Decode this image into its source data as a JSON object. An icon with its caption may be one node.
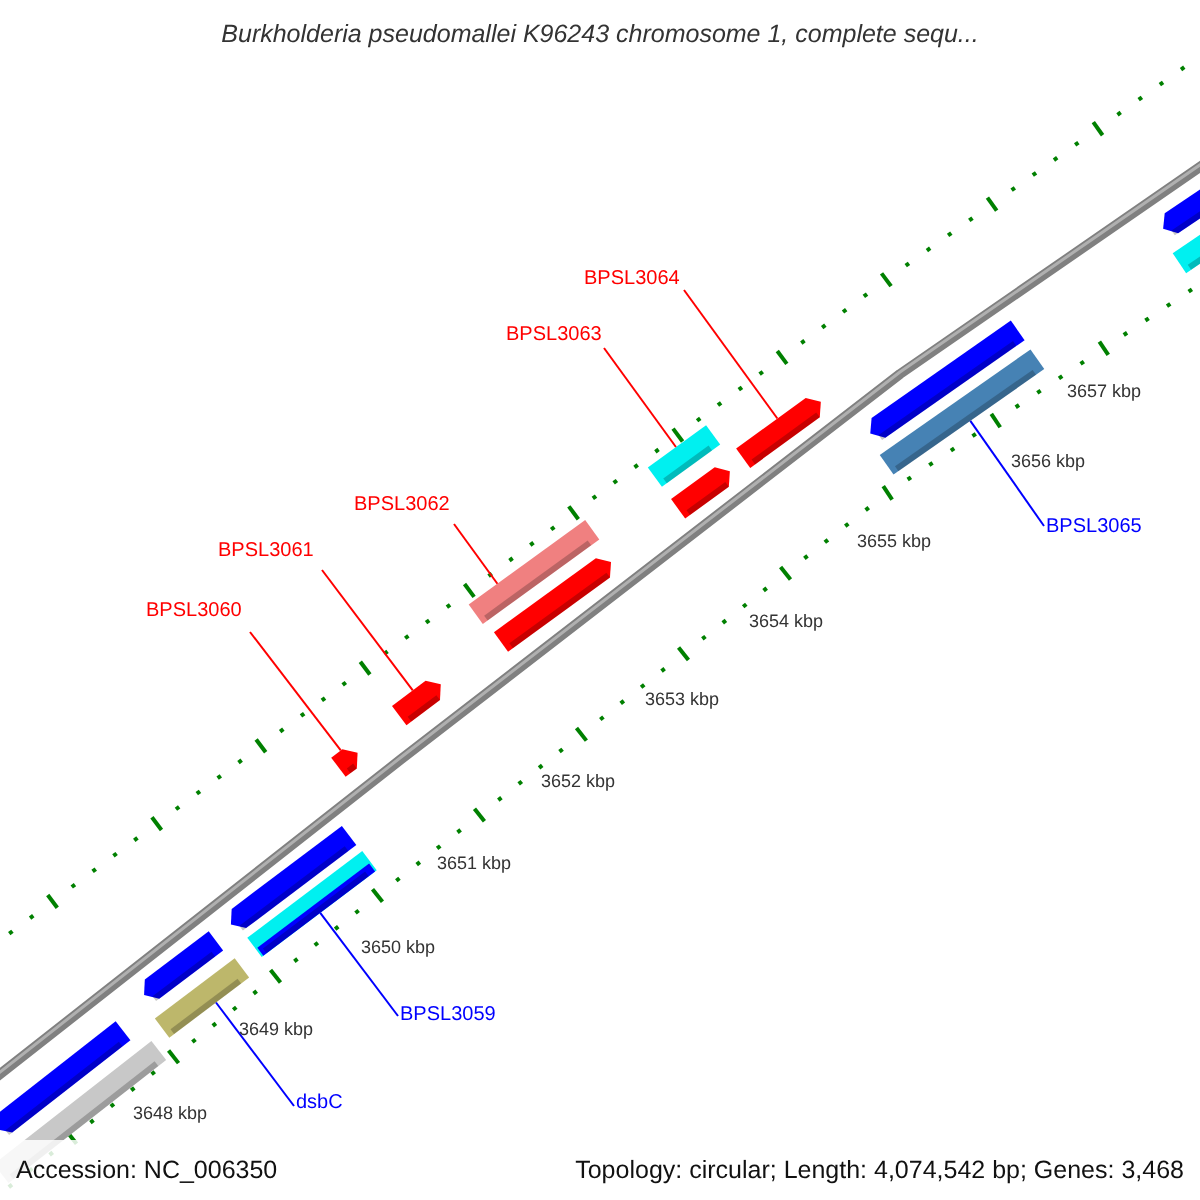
{
  "diagram": {
    "title": "Burkholderia pseudomallei K96243 chromosome 1, complete sequ...",
    "nodes": [
      {
        "text": [
          "BPSL3060"
        ]
      },
      {
        "text": [
          "BPSL3061"
        ]
      },
      {
        "text": [
          "BPSL3062"
        ]
      },
      {
        "text": [
          "BPSL3063"
        ]
      },
      {
        "text": [
          "BPSL3064"
        ]
      },
      {
        "text": [
          "BPSL3065"
        ]
      },
      {
        "text": [
          "BPSL3059"
        ]
      },
      {
        "text": [
          "dsbC"
        ]
      },
      {
        "text": [],
        "shape": "bar"
      },
      {
        "text": [],
        "shape": "bar"
      },
      {
        "text": [],
        "shape": "bar"
      },
      {
        "text": [],
        "shape": "bar"
      },
      {
        "text": [],
        "shape": "bar"
      },
      {
        "text": [],
        "shape": "bar"
      },
      {
        "text": [],
        "shape": "bar"
      },
      {
        "text": [],
        "shape": "bar"
      }
    ],
    "edges": [
      {
        "from": 0,
        "to": 8,
        "arrow": "none"
      },
      {
        "from": 1,
        "to": 9,
        "arrow": "none"
      },
      {
        "from": 2,
        "to": 10,
        "arrow": "none"
      },
      {
        "from": 3,
        "to": 11,
        "arrow": "none"
      },
      {
        "from": 4,
        "to": 12,
        "arrow": "none"
      },
      {
        "from": 5,
        "to": 13,
        "arrow": "none",
        "color": "#0000ff"
      },
      {
        "from": 6,
        "to": 14,
        "arrow": "none",
        "color": "#0000ff"
      },
      {
        "from": 7,
        "to": 15,
        "arrow": "none",
        "color": "#0000ff"
      }
    ],
    "labels": [
      "3657 kbp",
      "3656 kbp",
      "3655 kbp",
      "3654 kbp",
      "3653 kbp",
      "3652 kbp",
      "3651 kbp",
      "3650 kbp",
      "3649 kbp",
      "3648 kbp",
      "Accession: NC_006350",
      "Topology: circular; Length: 4,074,542 bp; Genes: 3,468"
    ]
  }
}
